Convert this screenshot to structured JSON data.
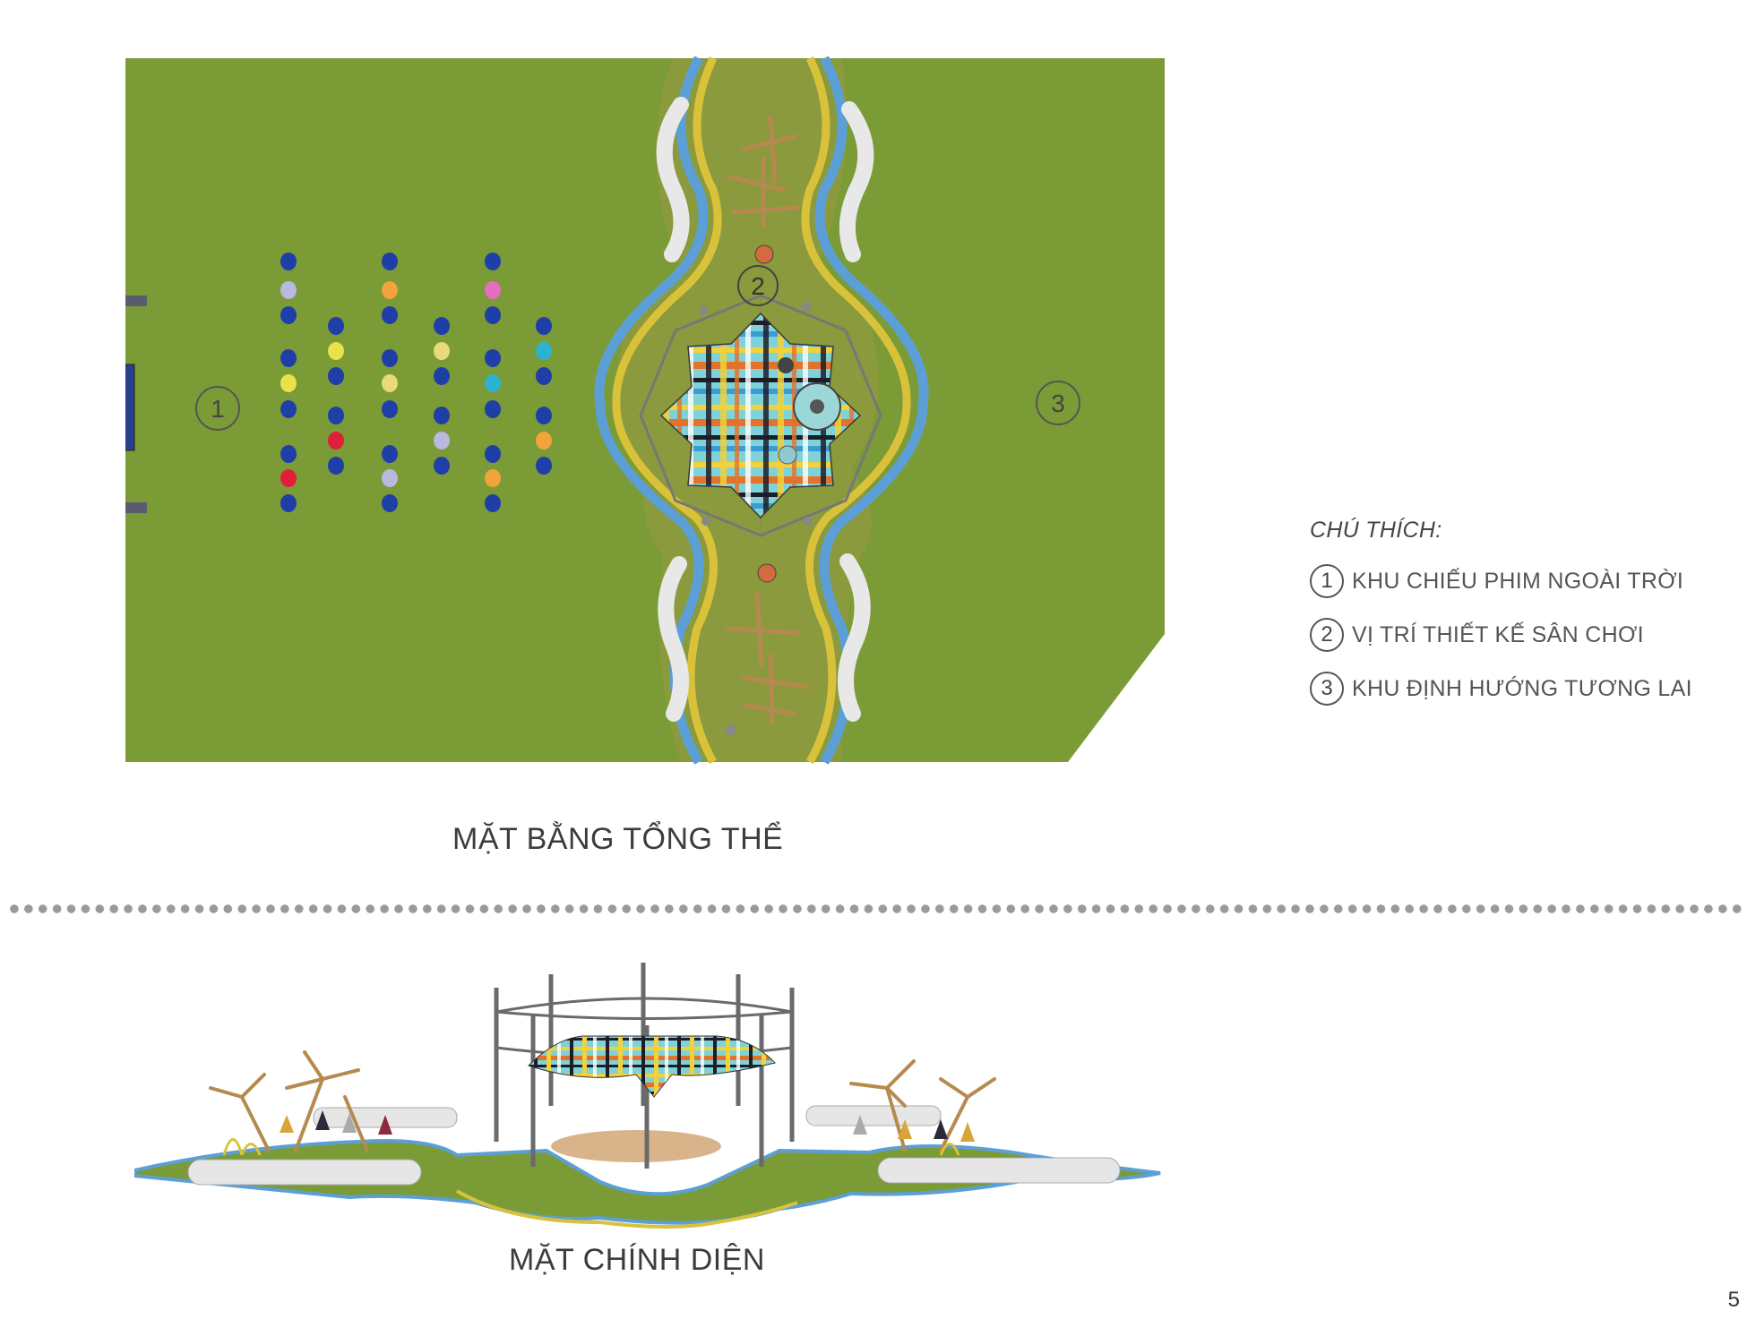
{
  "plan": {
    "caption": "MẶT BẰNG TỔNG THỂ",
    "zone_markers": [
      "1",
      "2",
      "3"
    ],
    "colors": {
      "grass": "#7a9a34",
      "path_blue": "#5b9fd6",
      "path_yellow": "#d9c23a",
      "paving": "#8c9a3a",
      "seat_blue": "#1f3fa8",
      "seat_cyan": "#2bb3d1"
    }
  },
  "legend": {
    "title": "CHÚ THÍCH:",
    "items": [
      {
        "num": "1",
        "text": "KHU CHIẾU PHIM NGOÀI TRỜI"
      },
      {
        "num": "2",
        "text": "VỊ TRÍ THIẾT KẾ SÂN CHƠI"
      },
      {
        "num": "3",
        "text": "KHU ĐỊNH HƯỚNG TƯƠNG LAI"
      }
    ]
  },
  "elevation": {
    "caption": "MẶT CHÍNH DIỆN"
  },
  "page_number": "5"
}
